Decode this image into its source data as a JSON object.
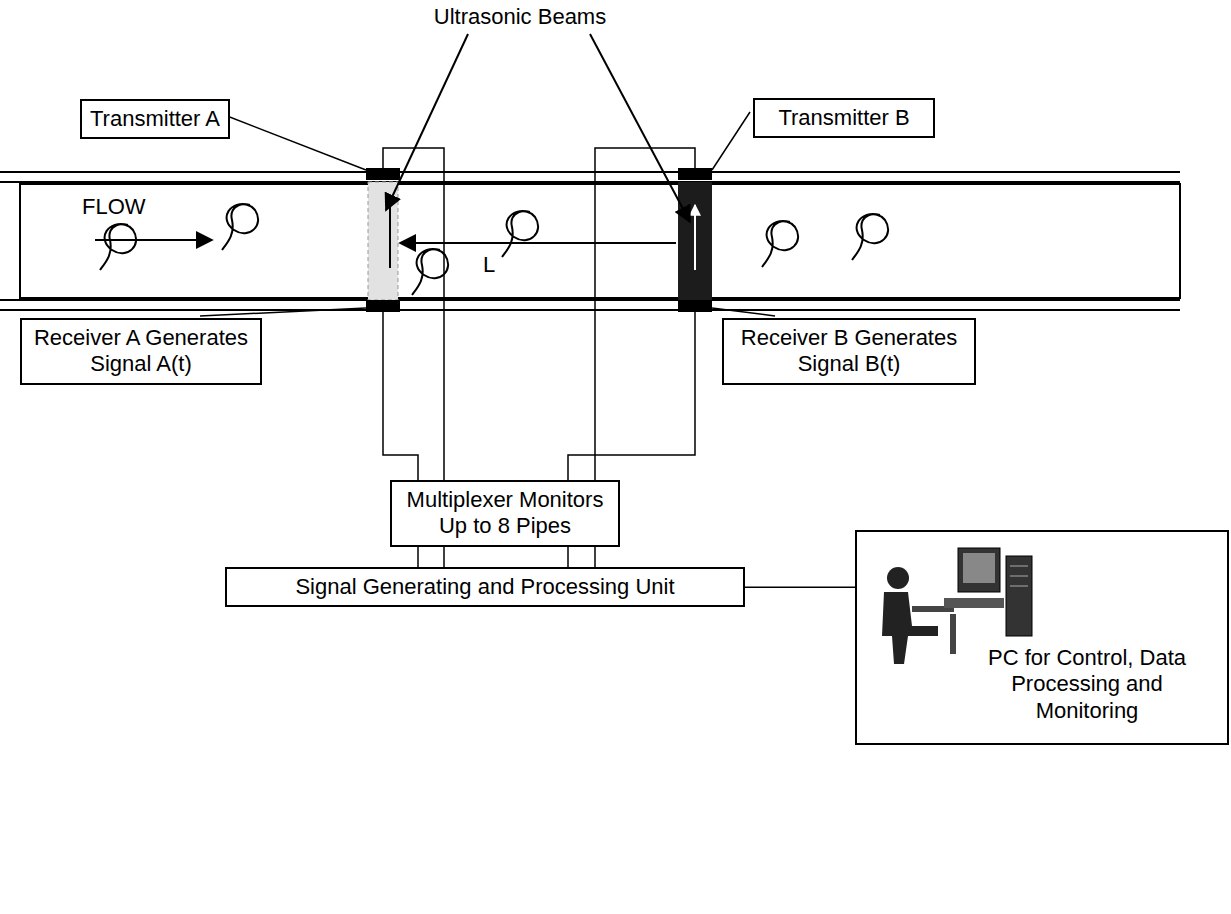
{
  "diagram": {
    "nodes": [
      {
        "text": [
          "Transmitter A"
        ]
      },
      {
        "text": [
          "Transmitter B"
        ]
      },
      {
        "text": [
          "Receiver A Generates Signal A(t)"
        ]
      },
      {
        "text": [
          "Receiver B Generates Signal B(t)"
        ]
      },
      {
        "text": [
          "Multiplexer Monitors Up to 8 Pipes"
        ]
      },
      {
        "text": [
          "Signal Generating and Processing Unit"
        ]
      },
      {
        "text": [
          "PC for Control, Data Processing and Monitoring"
        ]
      }
    ],
    "edges": [
      {
        "from": 4,
        "to": 5,
        "arrow": "none"
      },
      {
        "from": 4,
        "to": 5,
        "arrow": "none"
      },
      {
        "from": 4,
        "to": 5,
        "arrow": "none"
      },
      {
        "from": 4,
        "to": 5,
        "arrow": "none"
      },
      {
        "from": 5,
        "to": 6,
        "arrow": "none"
      }
    ],
    "labels": [
      "Ultrasonic Beams",
      "FLOW",
      "L"
    ]
  }
}
